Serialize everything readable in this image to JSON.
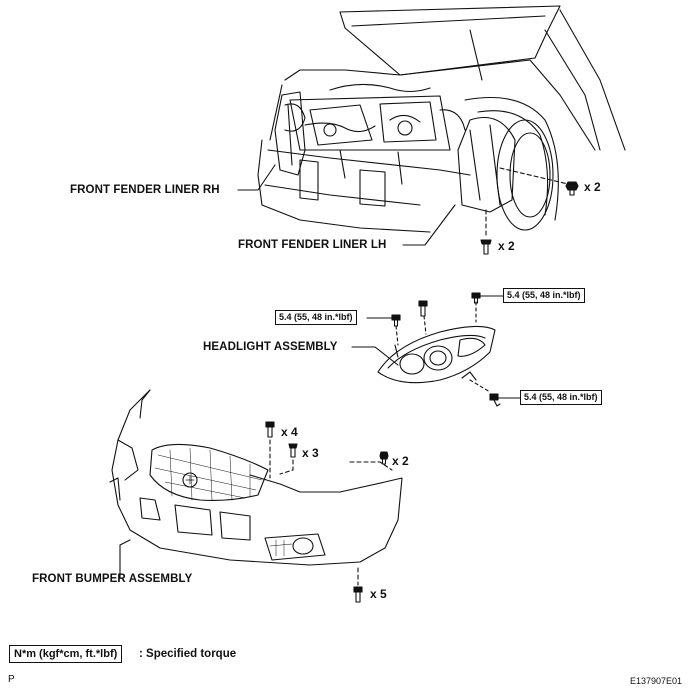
{
  "labels": {
    "fender_rh": "FRONT FENDER LINER RH",
    "fender_lh": "FRONT FENDER LINER LH",
    "headlight": "HEADLIGHT ASSEMBLY",
    "bumper": "FRONT BUMPER ASSEMBLY"
  },
  "quantities": {
    "rh_screw": "x 2",
    "lh_clip": "x 2",
    "bumper_bolt_top": "x 4",
    "bumper_clip_top": "x 3",
    "bumper_screw_side": "x 2",
    "bumper_bolt_bottom": "x 5"
  },
  "torques": {
    "headlight_left": "5.4 (55, 48 in.*lbf)",
    "headlight_top": "5.4 (55, 48 in.*lbf)",
    "headlight_bottom": "5.4 (55, 48 in.*lbf)"
  },
  "legend": {
    "box": "N*m (kgf*cm, ft.*lbf)",
    "text": ": Specified torque"
  },
  "footer": {
    "page_letter": "P",
    "figure_id": "E137907E01"
  }
}
